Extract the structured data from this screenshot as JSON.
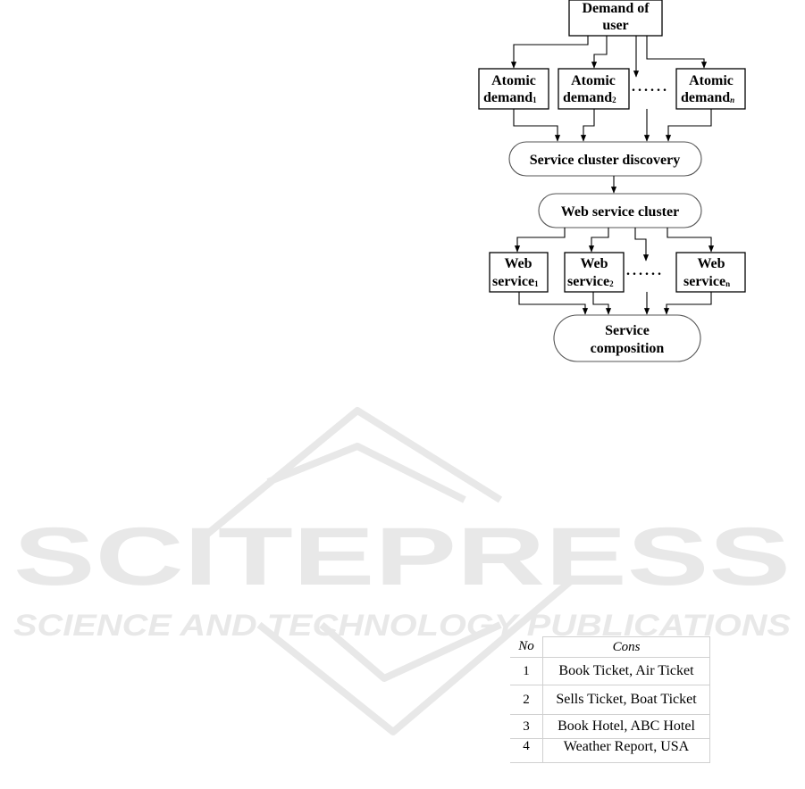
{
  "watermark": {
    "brand": "SCITEPRESS",
    "tagline": "SCIENCE AND TECHNOLOGY PUBLICATIONS",
    "color": "#e6e6e6"
  },
  "diagram": {
    "demand": {
      "line1": "Demand of",
      "line2": "user"
    },
    "atomic": [
      {
        "line1": "Atomic",
        "line2": "demand",
        "sub": "1"
      },
      {
        "line1": "Atomic",
        "line2": "demand",
        "sub": "2"
      },
      {
        "line1": "Atomic",
        "line2": "demand",
        "sub": "n"
      }
    ],
    "ellipsis": "......",
    "discovery": "Service cluster discovery",
    "cluster": "Web service cluster",
    "web_services": [
      {
        "line1": "Web",
        "line2": "service",
        "sub": "1"
      },
      {
        "line1": "Web",
        "line2": "service",
        "sub": "2"
      },
      {
        "line1": "Web",
        "line2": "service",
        "sub": "n"
      }
    ],
    "composition": {
      "line1": "Service",
      "line2": "composition"
    }
  },
  "table": {
    "headers": [
      "No",
      "Cons"
    ],
    "rows": [
      [
        "1",
        "Book Ticket, Air Ticket"
      ],
      [
        "2",
        "Sells Ticket, Boat Ticket"
      ],
      [
        "3",
        "Book Hotel, ABC Hotel"
      ],
      [
        "4",
        "Weather Report, USA"
      ]
    ]
  }
}
